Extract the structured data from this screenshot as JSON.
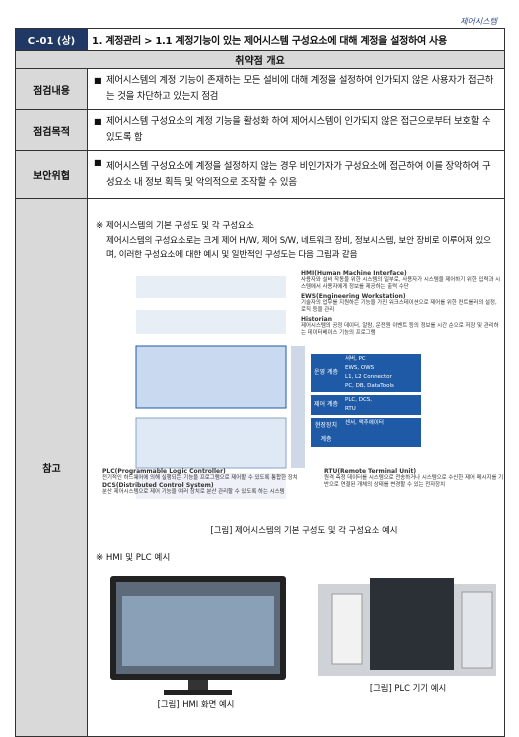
{
  "header_tag": "제어시스템",
  "item": {
    "id": "C-01 (상)",
    "title": "1. 계정관리 > 1.1 계정기능이 있는 제어시스템 구성요소에 대해 계정을 설정하여 사용"
  },
  "overview_label": "취약점 개요",
  "rows": [
    {
      "label": "점검내용",
      "text": "제어시스템의 계정 기능이 존재하는 모든 설비에 대해 계정을 설정하여 인가되지 않은 사용자가 접근하는 것을 차단하고 있는지 점검"
    },
    {
      "label": "점검목적",
      "text": "제어시스템 구성요소의 계정 기능을 활성화 하여 제어시스템이 인가되지 않은 접근으로부터 보호할 수 있도록 함"
    },
    {
      "label": "보안위협",
      "text": "제어시스템 구성요소에 계정을 설정하지 않는 경우 비인가자가 구성요소에 접근하여 이를 장악하여 구성요소 내 정보 획득 및 악의적으로 조작할 수 있음"
    }
  ],
  "reference": {
    "label": "참고",
    "section1_title": "※ 제어시스템의 기본 구성도 및 각 구성요소",
    "section1_text": "제어시스템의 구성요소로는 크게 제어 H/W, 제어 S/W, 네트워크 장비, 정보시스템, 보안 장비로 이루어져 있으며, 이러한 구성요소에 대한 예시 및 일반적인 구성도는 다음 그림과 같음",
    "figure1_caption": "[그림] 제어시스템의 기본 구성도 및 각 구성요소 예시",
    "figure1_notes": [
      {
        "title": "HMI(Human Machine Interface)",
        "desc": "사용자와 설비 작동을 위한 시스템의 일부로, 사용자가 시스템을 제어하기 위한 입력과 시스템에서 사용자에게 정보를 제공하는 출력 수단"
      },
      {
        "title": "EWS(Engineering Workstation)",
        "desc": "기술자의 업무를 지원하는 기능을 가진 워크스테이션으로 제어를 위한 컨트롤러의 설정, 로직 등을 관리"
      },
      {
        "title": "Historian",
        "desc": "제어시스템의 공정 데이터, 알람, 운전원 이벤트 등의 정보를 시간 순으로 저장 및 관리하는 데이터베이스 기능의 프로그램"
      }
    ],
    "figure1_bottom_notes": [
      {
        "title": "PLC(Programmable Logic Controller)",
        "desc": "전기적인 하드웨어에 의해 실행되는 기능을 프로그램으로 제어할 수 있도록 통합한 장치"
      },
      {
        "title": "DCS(Distributed Control System)",
        "desc": "분산 제어시스템으로 제어 기능을 여러 장치로 분산 관리할 수 있도록 하는 시스템"
      },
      {
        "title": "RTU(Remote Terminal Unit)",
        "desc": "원격 측정 데이터를 시스템으로 전송하거나 시스템으로 수신한 제어 메시지를 기반으로 연결된 개체의 상태를 변경할 수 있는 전자장치"
      }
    ],
    "figure1_levels": [
      {
        "name": "운영\n계층",
        "items": [
          "서버, PC",
          "EWS, OWS",
          "L1, L2 Connector",
          "PC, DB, DataTools"
        ]
      },
      {
        "name": "제어\n계층",
        "items": [
          "PLC, DCS,",
          "RTU"
        ]
      },
      {
        "name": "현장장치\n계층",
        "items": [
          "센서, 액추에이터"
        ]
      }
    ],
    "section2_title": "※ HMI 및 PLC 예시",
    "figure2_caption": "[그림] HMI 화면 예시",
    "figure3_caption": "[그림] PLC 기기 예시"
  },
  "colors": {
    "id_bg": "#1f3864",
    "label_bg": "#d9d9d9",
    "diagram_blue": "#1f5aa6"
  }
}
